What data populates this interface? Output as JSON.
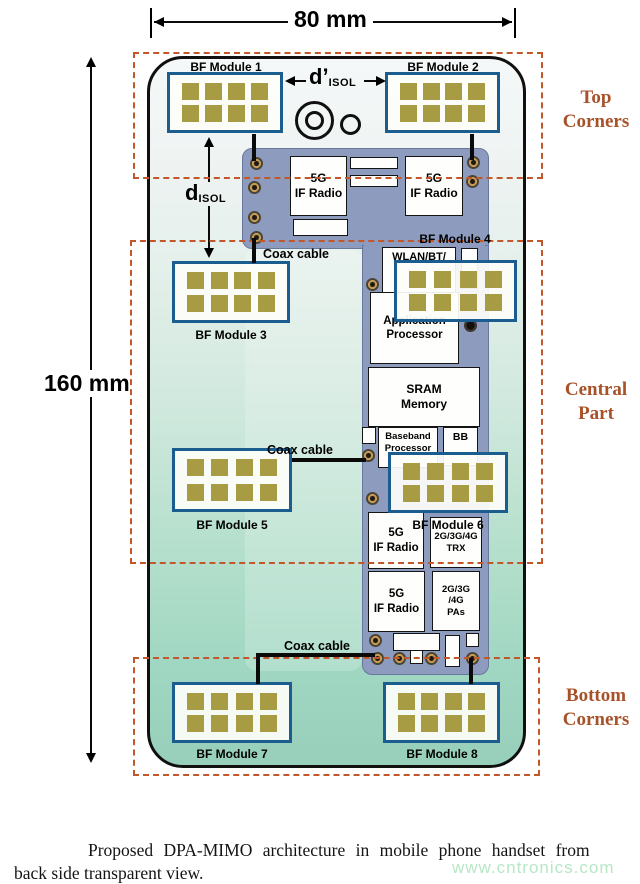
{
  "dimensions": {
    "width_label": "80 mm",
    "height_label": "160 mm"
  },
  "regions": {
    "top": "Top\nCorners",
    "central": "Central\nPart",
    "bottom": "Bottom\nCorners"
  },
  "isolation": {
    "horizontal": {
      "main": "d’",
      "sub": "ISOL"
    },
    "vertical": {
      "main": "d",
      "sub": "ISOL"
    }
  },
  "coax": {
    "top": "Coax cable",
    "mid": "Coax cable",
    "bottom": "Coax cable"
  },
  "bf_modules": [
    {
      "label": "BF Module 1"
    },
    {
      "label": "BF Module 2"
    },
    {
      "label": "BF Module 3"
    },
    {
      "label": "BF Module 4"
    },
    {
      "label": "BF Module 5"
    },
    {
      "label": "BF Module 6"
    },
    {
      "label": "BF Module 7"
    },
    {
      "label": "BF Module 8"
    }
  ],
  "pcb": {
    "components": [
      {
        "label": "5G\nIF Radio"
      },
      {
        "label": "5G\nIF Radio"
      },
      {
        "label": "WLAN/BT/"
      },
      {
        "label": "Application\nProcessor"
      },
      {
        "label": "SRAM\nMemory"
      },
      {
        "label": "Baseband\nProcessor"
      },
      {
        "label": "BB"
      },
      {
        "label": "5G\nIF Radio"
      },
      {
        "label": "2G/3G/4G\nTRX"
      },
      {
        "label": "5G\nIF Radio"
      },
      {
        "label": "2G/3G\n/4G\nPAs"
      }
    ]
  },
  "caption": {
    "line1": "Proposed DPA-MIMO architecture in mobile phone handset from",
    "line2": "back side transparent view."
  },
  "watermark": "www.cntronics.com",
  "colors": {
    "dashed_region": "#c2572a",
    "region_label": "#a8522a",
    "pcb": "#8d9cbe",
    "module_border": "#1b5d8e",
    "antenna_patch": "#a79b44",
    "phone_top": "#f5f8f8",
    "phone_bottom": "#97cfba",
    "watermark_green": "#b6e8c5"
  }
}
